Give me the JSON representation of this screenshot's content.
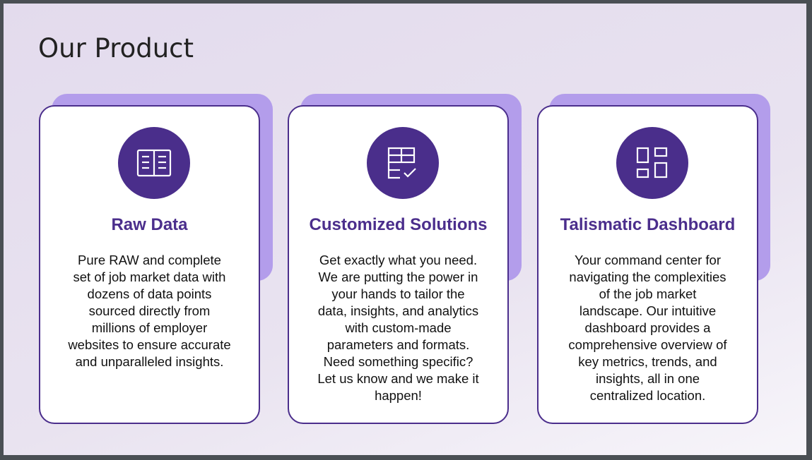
{
  "title": "Our Product",
  "cards": [
    {
      "icon": "open-book-icon",
      "title": "Raw Data",
      "body": "Pure RAW and complete\nset of job market data with\ndozens of data points\nsourced directly from\nmillions of employer\nwebsites to ensure accurate\nand unparalleled insights."
    },
    {
      "icon": "table-check-icon",
      "title": "Customized Solutions",
      "body": "Get exactly what you need.\nWe are putting the power in\nyour hands to tailor the\ndata, insights, and analytics\nwith custom-made\nparameters and formats.\nNeed something specific?\nLet us know and we make it\nhappen!"
    },
    {
      "icon": "dashboard-icon",
      "title": "Talismatic Dashboard",
      "body": "Your command center for\nnavigating the complexities\nof the job market\nlandscape. Our intuitive\ndashboard  provides a\ncomprehensive overview of\nkey metrics, trends, and\ninsights, all in one\ncentralized location."
    }
  ]
}
